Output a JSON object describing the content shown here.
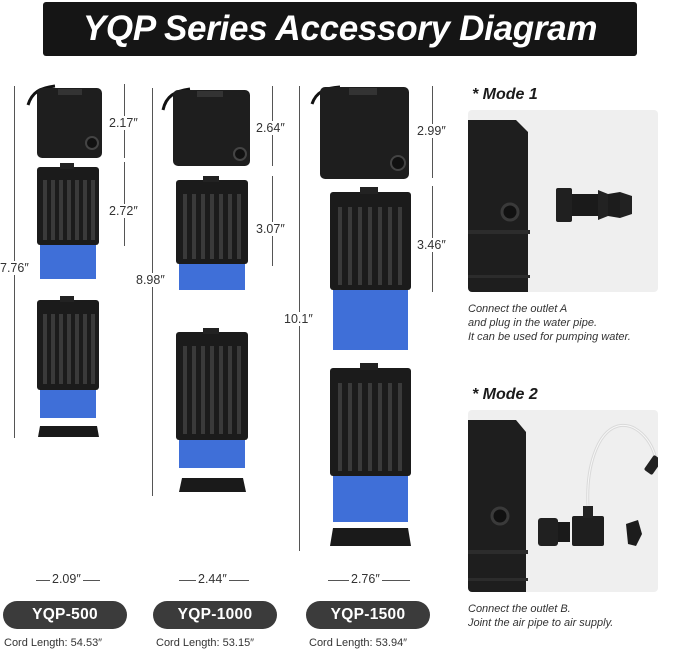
{
  "title": "YQP Series Accessory Diagram",
  "models": [
    {
      "name": "YQP-500",
      "width_label": "2.09″",
      "cord_label": "Cord Length: 54.53″",
      "total_height_label": "7.76″",
      "pump_height_label": "2.17″",
      "filter_height_label": "2.72″"
    },
    {
      "name": "YQP-1000",
      "width_label": "2.44″",
      "cord_label": "Cord Length: 53.15″",
      "total_height_label": "8.98″",
      "pump_height_label": "2.64″",
      "filter_height_label": "3.07″"
    },
    {
      "name": "YQP-1500",
      "width_label": "2.76″",
      "cord_label": "Cord Length: 53.94″",
      "total_height_label": "10.1″",
      "pump_height_label": "2.99″",
      "filter_height_label": "3.46″"
    }
  ],
  "modes": [
    {
      "title": "* Mode 1",
      "lines": [
        "Connect the outlet A",
        "and plug in the water pipe.",
        "It can be used for pumping water."
      ]
    },
    {
      "title": "* Mode 2",
      "lines": [
        "Connect the outlet B.",
        "Joint the air pipe to air supply."
      ]
    }
  ],
  "colors": {
    "title_bg": "#151515",
    "badge_bg": "#3b3b3b",
    "sponge_blue": "#3f6fd8",
    "housing_black": "#1d1d1d",
    "panel_bg": "#efefef"
  }
}
